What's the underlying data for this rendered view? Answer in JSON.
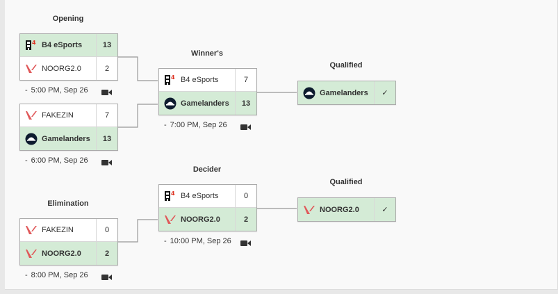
{
  "rounds": {
    "opening": "Opening",
    "winners": "Winner's",
    "qualified_top": "Qualified",
    "decider": "Decider",
    "elimination": "Elimination",
    "qualified_bottom": "Qualified"
  },
  "matches": {
    "opening1": {
      "team1": {
        "name": "B4 eSports",
        "score": "13",
        "logo": "b4-logo-icon"
      },
      "team2": {
        "name": "NOORG2.0",
        "score": "2",
        "logo": "valorant-logo-icon"
      },
      "time": "5:00 PM, Sep 26"
    },
    "opening2": {
      "team1": {
        "name": "FAKEZIN",
        "score": "7",
        "logo": "valorant-logo-icon"
      },
      "team2": {
        "name": "Gamelanders",
        "score": "13",
        "logo": "gamelanders-logo-icon"
      },
      "time": "6:00 PM, Sep 26"
    },
    "winners": {
      "team1": {
        "name": "B4 eSports",
        "score": "7",
        "logo": "b4-logo-icon"
      },
      "team2": {
        "name": "Gamelanders",
        "score": "13",
        "logo": "gamelanders-logo-icon"
      },
      "time": "7:00 PM, Sep 26"
    },
    "qualified_top": {
      "name": "Gamelanders",
      "mark": "✓",
      "logo": "gamelanders-logo-icon"
    },
    "decider": {
      "team1": {
        "name": "B4 eSports",
        "score": "0",
        "logo": "b4-logo-icon"
      },
      "team2": {
        "name": "NOORG2.0",
        "score": "2",
        "logo": "valorant-logo-icon"
      },
      "time": "10:00 PM, Sep 26"
    },
    "elimination": {
      "team1": {
        "name": "FAKEZIN",
        "score": "0",
        "logo": "valorant-logo-icon"
      },
      "team2": {
        "name": "NOORG2.0",
        "score": "2",
        "logo": "valorant-logo-icon"
      },
      "time": "8:00 PM, Sep 26"
    },
    "qualified_bottom": {
      "name": "NOORG2.0",
      "mark": "✓",
      "logo": "valorant-logo-icon"
    }
  },
  "colors": {
    "winner_bg": "#d4ebd6",
    "border": "#aaaaaa",
    "line": "#999999",
    "valorant_red": "#e0595a"
  },
  "meta_dash": "-"
}
